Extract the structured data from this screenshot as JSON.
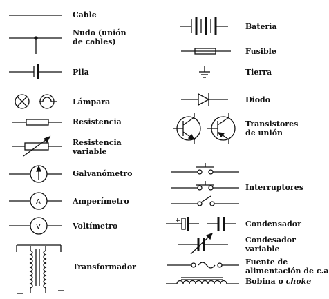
{
  "labels": {
    "cable": "Cable",
    "nudo_1": "Nudo (unión",
    "nudo_2": "de cables)",
    "pila": "Pila",
    "lampara": "Lámpara",
    "resistencia": "Resistencia",
    "resistencia_var_1": "Resistencia",
    "resistencia_var_2": "variable",
    "galvanometro": "Galvanómetro",
    "amperimetro": "Amperímetro",
    "voltimetro": "Voltímetro",
    "transformador": "Transformador",
    "bateria": "Batería",
    "fusible": "Fusible",
    "tierra": "Tierra",
    "diodo": "Diodo",
    "transistores_1": "Transistores",
    "transistores_2": "de unión",
    "interruptores": "Interruptores",
    "condensador": "Condensador",
    "condensador_var_1": "Condesador",
    "condensador_var_2": "variable",
    "fuente_1": "Fuente de",
    "fuente_2": "alimentación de c.a.",
    "bobina": "Bobina o ",
    "bobina_it": "choke"
  },
  "meter_letters": {
    "amperimetro": "A",
    "voltimetro": "V"
  },
  "colors": {
    "ink": "#111111",
    "background": "#ffffff"
  }
}
